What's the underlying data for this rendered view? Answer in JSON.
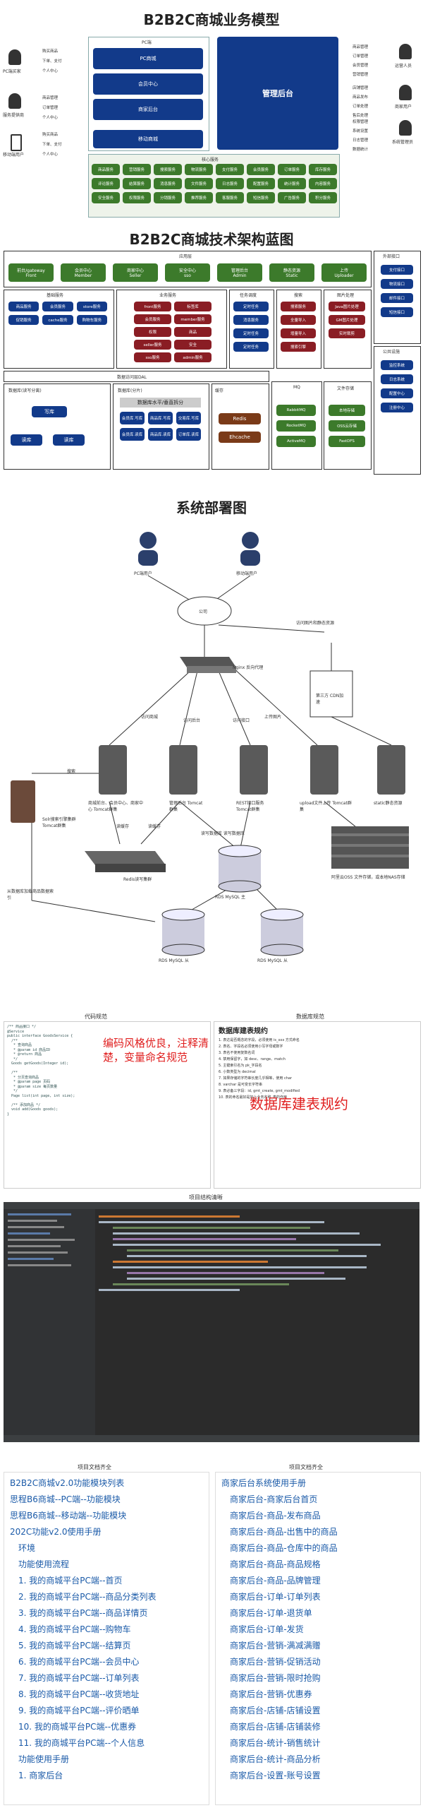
{
  "sections": {
    "business_title": "B2B2C商城业务模型",
    "tech_title": "B2B2C商城技术架构蓝图",
    "deploy_title": "系统部署图",
    "code_title": "代码规范",
    "db_title": "数据库规范",
    "ide_title": "项目结构清晰",
    "doc_title_left": "项目文档齐全",
    "doc_title_right": "项目文档齐全"
  },
  "business": {
    "pc_label": "PC端",
    "left_roles": [
      "PC端买家",
      "服务提供商",
      "移动端用户"
    ],
    "left_actions_top": [
      "购买商品",
      "下单、支付",
      "个人中心"
    ],
    "left_actions_mid": [
      "商品管理",
      "订单管理",
      "个人中心"
    ],
    "left_actions_bot": [
      "购买商品",
      "下单、支付",
      "个人中心"
    ],
    "center_blocks": [
      "PC商城",
      "会员中心",
      "商家后台",
      "移动商城"
    ],
    "admin": "管理后台",
    "module_title": "核心服务",
    "modules": [
      "商品服务",
      "营销服务",
      "搜索服务",
      "物流服务",
      "支付服务",
      "会员服务",
      "订单服务",
      "库存服务",
      "评论服务",
      "结算服务",
      "消息服务",
      "文件服务",
      "日志服务",
      "配置服务",
      "统计服务",
      "内容服务",
      "安全服务",
      "权限服务",
      "分销服务",
      "推荐服务",
      "客服服务",
      "短信服务",
      "广告服务",
      "积分服务"
    ],
    "right_roles": [
      "运营人员",
      "商家用户",
      "系统管理员"
    ],
    "right_actions_top": [
      "商品管理",
      "订单管理",
      "会员管理",
      "营销管理"
    ],
    "right_actions_mid": [
      "店铺管理",
      "商品发布",
      "订单处理",
      "售后处理"
    ],
    "right_actions_bot": [
      "权限管理",
      "系统设置",
      "日志管理",
      "数据统计"
    ]
  },
  "tech": {
    "app_layer": "应用层",
    "frontends": [
      {
        "name": "前台/gateway",
        "sub": "Front"
      },
      {
        "name": "会员中心",
        "sub": "Member"
      },
      {
        "name": "商家中心",
        "sub": "Seller"
      },
      {
        "name": "安全中心",
        "sub": "sso"
      },
      {
        "name": "管理后台",
        "sub": "Admin"
      },
      {
        "name": "静态资源",
        "sub": "Static"
      },
      {
        "name": "上传",
        "sub": "Uploader"
      }
    ],
    "external": "外部接口",
    "external_items": [
      "支付接口",
      "物流接口",
      "邮件接口",
      "短信接口"
    ],
    "core_layer": "基础服务",
    "core_items": [
      "商品服务",
      "会员服务",
      "store服务",
      "促销服务",
      "cache服务",
      "购物车服务"
    ],
    "biz_layer": "业务服务",
    "biz_items": [
      "front服务",
      "标签库",
      "会员服务",
      "member服务",
      "权限",
      "商品",
      "seller服务",
      "安全",
      "sso服务",
      "admin服务"
    ],
    "task_layer": "任务调度",
    "task_items": [
      "定时任务",
      "消息服务",
      "定时任务",
      "定时任务"
    ],
    "search_layer": "搜索",
    "search_items": [
      "搜索服务",
      "全量导入",
      "增量导入",
      "搜索引擎"
    ],
    "img_layer": "图片处理",
    "img_items": [
      "Java图片处理",
      "GM图片处理",
      "实时裁剪"
    ],
    "common_layer": "公共设施",
    "common_items": [
      "监控系统",
      "日志系统",
      "配置中心",
      "注册中心"
    ],
    "dal_label": "数据访问层DAL",
    "db_cluster": "数据库(读写分离)",
    "db_items": [
      "写库",
      "读库",
      "读库"
    ],
    "shard_label": "数据库(分片)",
    "shard_title": "数据库水平/垂直拆分",
    "shard_items": [
      "会员库.写库",
      "商品库.写库",
      "交易库.写库",
      "会员库.读库",
      "商品库.读库",
      "订单库.读库"
    ],
    "cache_label": "缓存",
    "cache_items": [
      "Redis",
      "Ehcache"
    ],
    "mq_label": "MQ",
    "mq_items": [
      "RabbitMQ",
      "RocketMQ",
      "ActiveMQ"
    ],
    "fs_label": "文件存储",
    "fs_items": [
      "本地存储",
      "OSS云存储",
      "FastDFS"
    ]
  },
  "deploy": {
    "pc_user": "PC端用户",
    "mobile_user": "移动端用户",
    "internet": "公司",
    "nginx": "Nginx 反向代理",
    "static_access": "访问图片和静态资源",
    "cdn": "第三方 CDN加速",
    "routes": [
      "访问商城",
      "访问后台",
      "访问接口",
      "上传图片"
    ],
    "servers": [
      "商城前台、会员中心、商家中心 Tomcat群集",
      "管理后台 Tomcat群集",
      "REST接口服务 Tomcat群集",
      "upload文件上传 Tomcat群集",
      "static静态资源"
    ],
    "search": "Solr搜索引擎集群 Tomcat群集",
    "search_edge": "搜索",
    "redis": "Redis读写集群",
    "redis_edges": [
      "读缓存",
      "读缓存"
    ],
    "db_edges": "读写数据库 读写数据库",
    "oss": "阿里云OSS 文件存储，或本地NAS存储",
    "index_sync": "从数据库加载商品数据索引",
    "rds_main": "RDS MySQL 主",
    "rds_slaves": [
      "RDS MySQL 从",
      "RDS MySQL 从"
    ]
  },
  "code": {
    "annot": "编码风格优良，注释清楚，变量命名规范",
    "lines": [
      "/** 商品接口 */",
      "@Service",
      "public interface GoodsService {",
      "  /**",
      "   * 查询商品",
      "   * @param id 商品ID",
      "   * @return 商品",
      "   */",
      "  Goods getGoods(Integer id);",
      "",
      "  /**",
      "   * 分页查询商品",
      "   * @param page 页码",
      "   * @param size 每页数量",
      "   */",
      "  Page list(int page, int size);",
      "",
      "  /** 添加商品 */",
      "  void add(Goods goods);",
      "}"
    ],
    "db_heading": "数据库建表规约",
    "db_annot": "数据库建表规约",
    "db_lines": [
      "1. 表达是否概念的字段，必须使用 is_xxx 方式命名",
      "2. 表名、字段名必须使用小写字母或数字",
      "3. 表名不使用复数名词",
      "4. 禁用保留字，如 desc、range、match",
      "5. 主键索引名为 pk_字段名",
      "6. 小数类型为 decimal",
      "7. 如果存储的字符串长度几乎相等，使用 char",
      "8. varchar 是可变长字符串",
      "9. 表必备三字段：id, gmt_create, gmt_modified",
      "10. 表的命名最好是加上业务名称_表的作用"
    ]
  },
  "docs": {
    "left": [
      "B2B2C商城v2.0功能模块列表",
      "思程B6商城--PC端--功能模块",
      "思程B6商城--移动端--功能模块",
      "202C功能v2.0使用手册",
      "环境",
      "功能使用流程",
      "1. 我的商城平台PC端--首页",
      "2. 我的商城平台PC端--商品分类列表",
      "3. 我的商城平台PC端--商品详情页",
      "4. 我的商城平台PC端--购物车",
      "5. 我的商城平台PC端--结算页",
      "6. 我的商城平台PC端--会员中心",
      "7. 我的商城平台PC端--订单列表",
      "8. 我的商城平台PC端--收货地址",
      "9. 我的商城平台PC端--评价晒单",
      "10. 我的商城平台PC端--优惠券",
      "11. 我的商城平台PC端--个人信息",
      "功能使用手册",
      "1. 商家后台"
    ],
    "right": [
      "商家后台系统使用手册",
      "商家后台-商家后台首页",
      "商家后台-商品-发布商品",
      "商家后台-商品-出售中的商品",
      "商家后台-商品-仓库中的商品",
      "商家后台-商品-商品规格",
      "商家后台-商品-品牌管理",
      "商家后台-订单-订单列表",
      "商家后台-订单-退货单",
      "商家后台-订单-发货",
      "商家后台-营销-满减满赠",
      "商家后台-营销-促销活动",
      "商家后台-营销-限时抢购",
      "商家后台-营销-优惠券",
      "商家后台-店铺-店铺设置",
      "商家后台-店铺-店铺装修",
      "商家后台-统计-销售统计",
      "商家后台-统计-商品分析",
      "商家后台-设置-账号设置"
    ]
  }
}
